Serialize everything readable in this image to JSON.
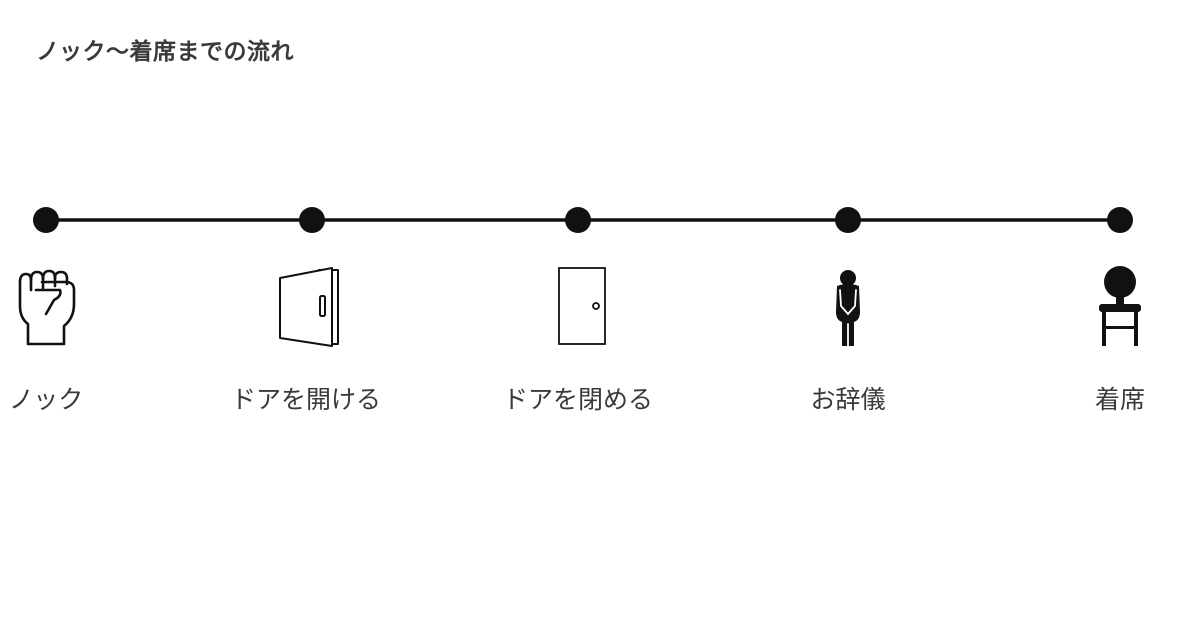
{
  "title": "ノック〜着席までの流れ",
  "steps": [
    {
      "label": "ノック",
      "icon": "fist-icon"
    },
    {
      "label": "ドアを開ける",
      "icon": "open-door-icon"
    },
    {
      "label": "ドアを閉める",
      "icon": "closed-door-icon"
    },
    {
      "label": "お辞儀",
      "icon": "bowing-person-icon"
    },
    {
      "label": "着席",
      "icon": "chair-icon"
    }
  ],
  "colors": {
    "line": "#111111",
    "text": "#3a3a3a"
  }
}
